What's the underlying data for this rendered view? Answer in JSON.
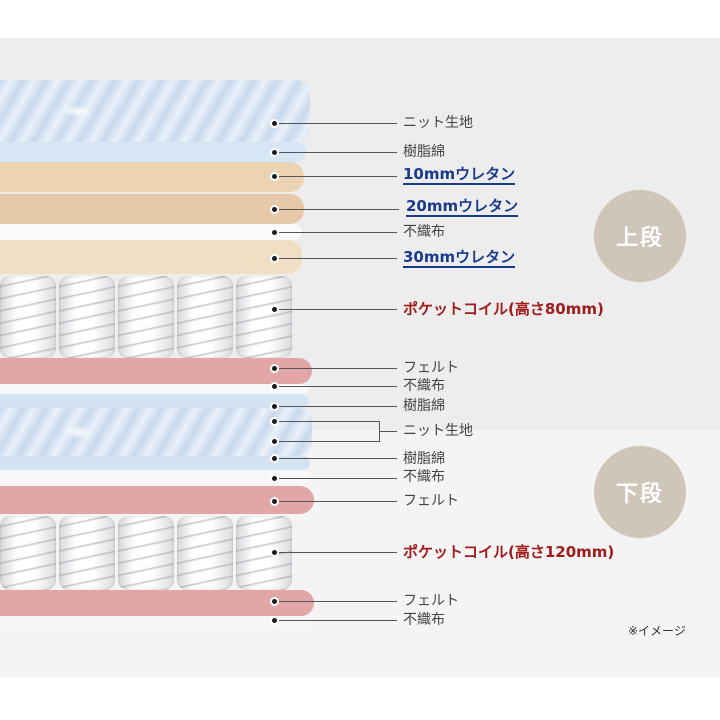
{
  "sections": {
    "upper_label": "上段",
    "lower_label": "下段"
  },
  "labels": {
    "knit_fabric_top": "ニット生地",
    "resin_cotton_top": "樹脂綿",
    "urethan_10mm": "10mmウレタン",
    "urethan_20mm": "20mmウレタン",
    "nonwoven_upper": "不織布",
    "urethan_30mm": "30mmウレタン",
    "pocket_coil_upper": "ポケットコイル(高さ80mm)",
    "felt_1": "フェルト",
    "nonwoven_2": "不織布",
    "resin_cotton_2": "樹脂綿",
    "knit_fabric_middle": "ニット生地",
    "resin_cotton_3": "樹脂綿",
    "nonwoven_3": "不織布",
    "felt_2": "フェルト",
    "pocket_coil_lower": "ポケットコイル(高さ120mm)",
    "felt_3": "フェルト",
    "nonwoven_bottom": "不織布"
  },
  "note": "※イメージ",
  "colors": {
    "urethan": "#e9cfae",
    "felt": "#df9ea0",
    "quilt": "#dbe7f4",
    "resin": "#cfe0f1",
    "badge": "#cfc5b8",
    "label_blue": "#1a3a8c",
    "label_red": "#a11b1b"
  }
}
